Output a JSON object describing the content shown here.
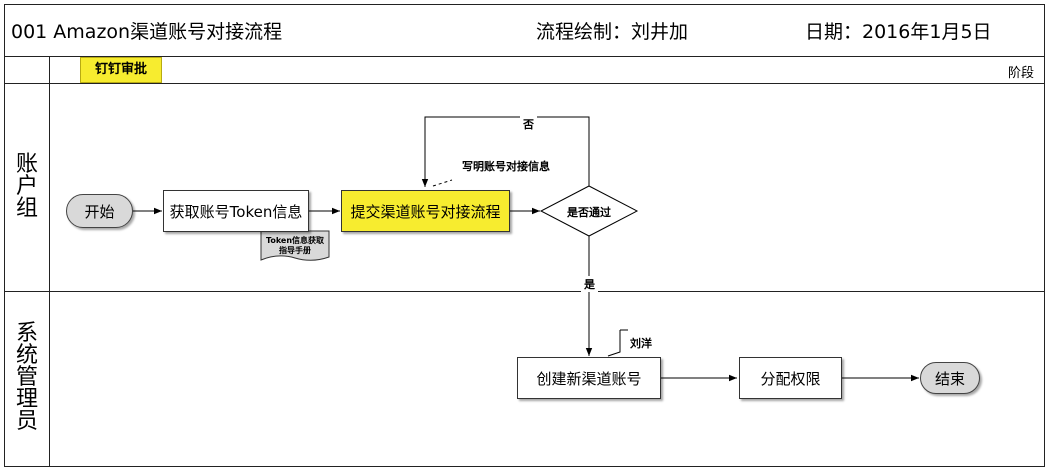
{
  "header": {
    "title": "001 Amazon渠道账号对接流程",
    "author": "流程绘制：刘井加",
    "date": "日期：2016年1月5日"
  },
  "phase_row": {
    "tag": "钉钉审批",
    "label": "阶段"
  },
  "lanes": [
    {
      "name": "账户组"
    },
    {
      "name": "系统管理员"
    }
  ],
  "nodes": {
    "start": "开始",
    "get_token": "获取账号Token信息",
    "submit": "提交渠道账号对接流程",
    "decision": "是否通过",
    "create": "创建新渠道账号",
    "assign": "分配权限",
    "end": "结束"
  },
  "document": {
    "text": "Token信息获取指导手册"
  },
  "annotations": {
    "write_info": "写明账号对接信息",
    "assignee": "刘洋"
  },
  "edge_labels": {
    "no": "否",
    "yes": "是"
  },
  "colors": {
    "highlight": "#f7ec2f",
    "terminal": "#d9d9d9",
    "line": "#000000"
  }
}
